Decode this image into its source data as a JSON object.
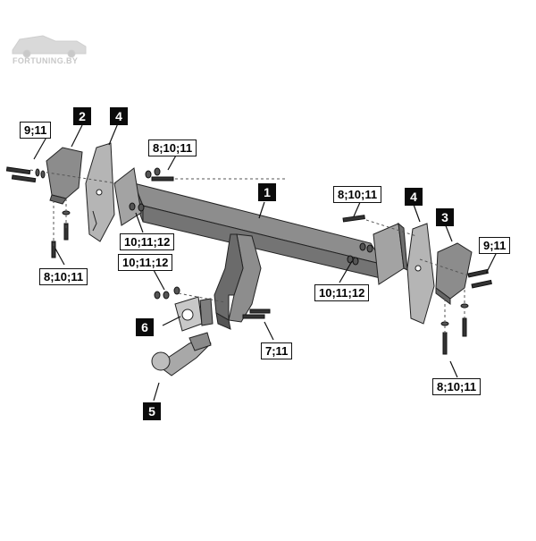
{
  "watermark": {
    "text": "FORTUNING.BY"
  },
  "parts": [
    {
      "id": "1",
      "label": "1"
    },
    {
      "id": "2",
      "label": "2"
    },
    {
      "id": "3",
      "label": "3"
    },
    {
      "id": "4a",
      "label": "4"
    },
    {
      "id": "4b",
      "label": "4"
    },
    {
      "id": "5",
      "label": "5"
    },
    {
      "id": "6",
      "label": "6"
    }
  ],
  "callouts": {
    "c9_11_left": "9;11",
    "c9_11_right": "9;11",
    "c8_10_11_top_mid": "8;10;11",
    "c8_10_11_top_right": "8;10;11",
    "c8_10_11_bottom_left": "8;10;11",
    "c8_10_11_bottom_right": "8;10;11",
    "c10_11_12_a": "10;11;12",
    "c10_11_12_b": "10;11;12",
    "c10_11_12_c": "10;11;12",
    "c7_11": "7;11"
  }
}
